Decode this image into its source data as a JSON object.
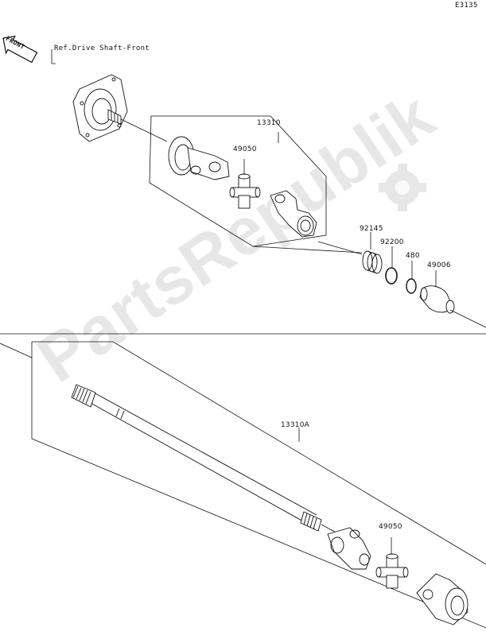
{
  "page_code": "E3135",
  "front_indicator": "FRONT",
  "reference_note": "Ref.Drive Shaft-Front",
  "watermark_text": "PartsRepublik",
  "assemblies": [
    {
      "code": "13310"
    },
    {
      "code": "13310A"
    }
  ],
  "parts": [
    {
      "number": "49050"
    },
    {
      "number": "92145"
    },
    {
      "number": "92200"
    },
    {
      "number": "480"
    },
    {
      "number": "49006"
    },
    {
      "number": "49050"
    }
  ],
  "colors": {
    "line": "#111111",
    "watermark": "#000000"
  }
}
